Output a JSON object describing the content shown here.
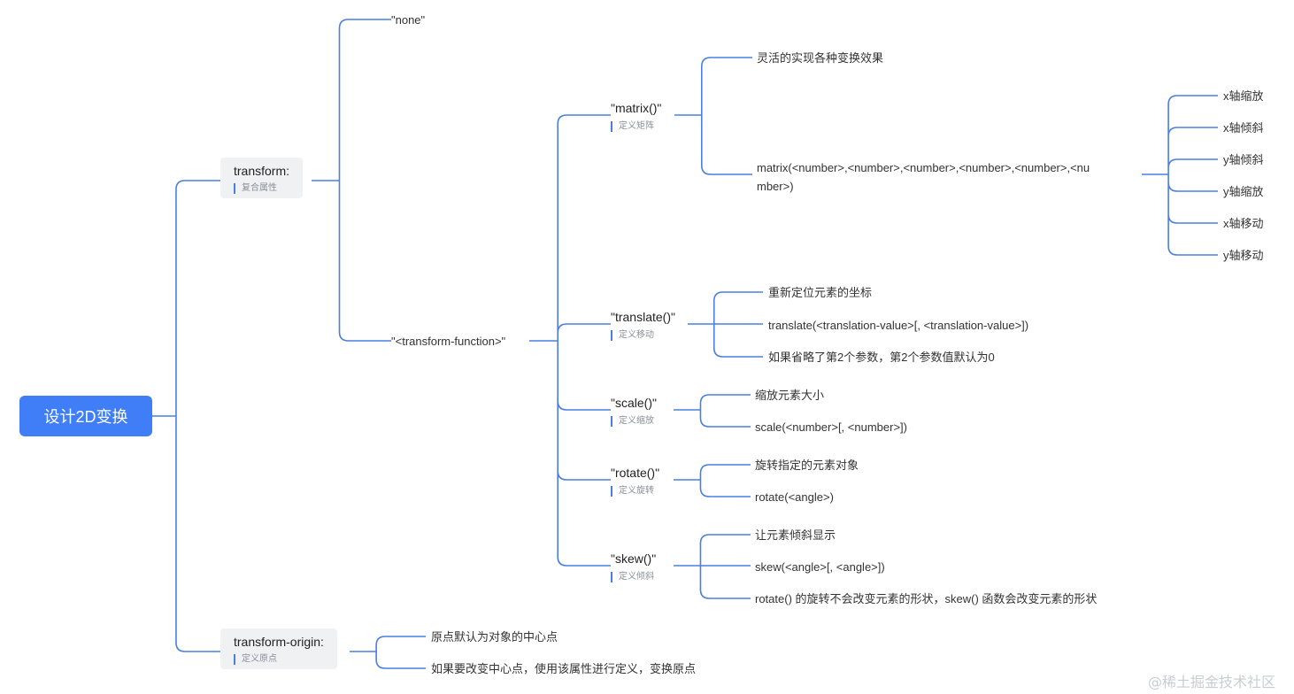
{
  "root": "设计2D变换",
  "transform": {
    "title": "transform:",
    "note": "复合属性"
  },
  "none": "\"none\"",
  "transform_function": "\"<transform-function>\"",
  "matrix": {
    "title": "\"matrix()\"",
    "note": "定义矩阵",
    "desc": "灵活的实现各种变换效果",
    "syntax_line1": "matrix(<number>,<number>,<number>,<number>,<number>,<nu",
    "syntax_line2": "mber>)",
    "params": [
      "x轴缩放",
      "x轴倾斜",
      "y轴倾斜",
      "y轴缩放",
      "x轴移动",
      "y轴移动"
    ]
  },
  "translate": {
    "title": "\"translate()\"",
    "note": "定义移动",
    "items": [
      "重新定位元素的坐标",
      "translate(<translation-value>[, <translation-value>])",
      "如果省略了第2个参数，第2个参数值默认为0"
    ]
  },
  "scale": {
    "title": "\"scale()\"",
    "note": "定义缩放",
    "items": [
      "缩放元素大小",
      "scale(<number>[, <number>])"
    ]
  },
  "rotate": {
    "title": "\"rotate()\"",
    "note": "定义旋转",
    "items": [
      "旋转指定的元素对象",
      "rotate(<angle>)"
    ]
  },
  "skew": {
    "title": "\"skew()\"",
    "note": "定义倾斜",
    "items": [
      "让元素倾斜显示",
      "skew(<angle>[, <angle>])",
      "rotate() 的旋转不会改变元素的形状，skew() 函数会改变元素的形状"
    ]
  },
  "origin": {
    "title": "transform-origin:",
    "note": "定义原点",
    "items": [
      "原点默认为对象的中心点",
      "如果要改变中心点，使用该属性进行定义，变换原点"
    ]
  },
  "watermark": "@稀土掘金技术社区",
  "colors": {
    "line": "#4a7ee0",
    "root": "#3f7ef7"
  }
}
